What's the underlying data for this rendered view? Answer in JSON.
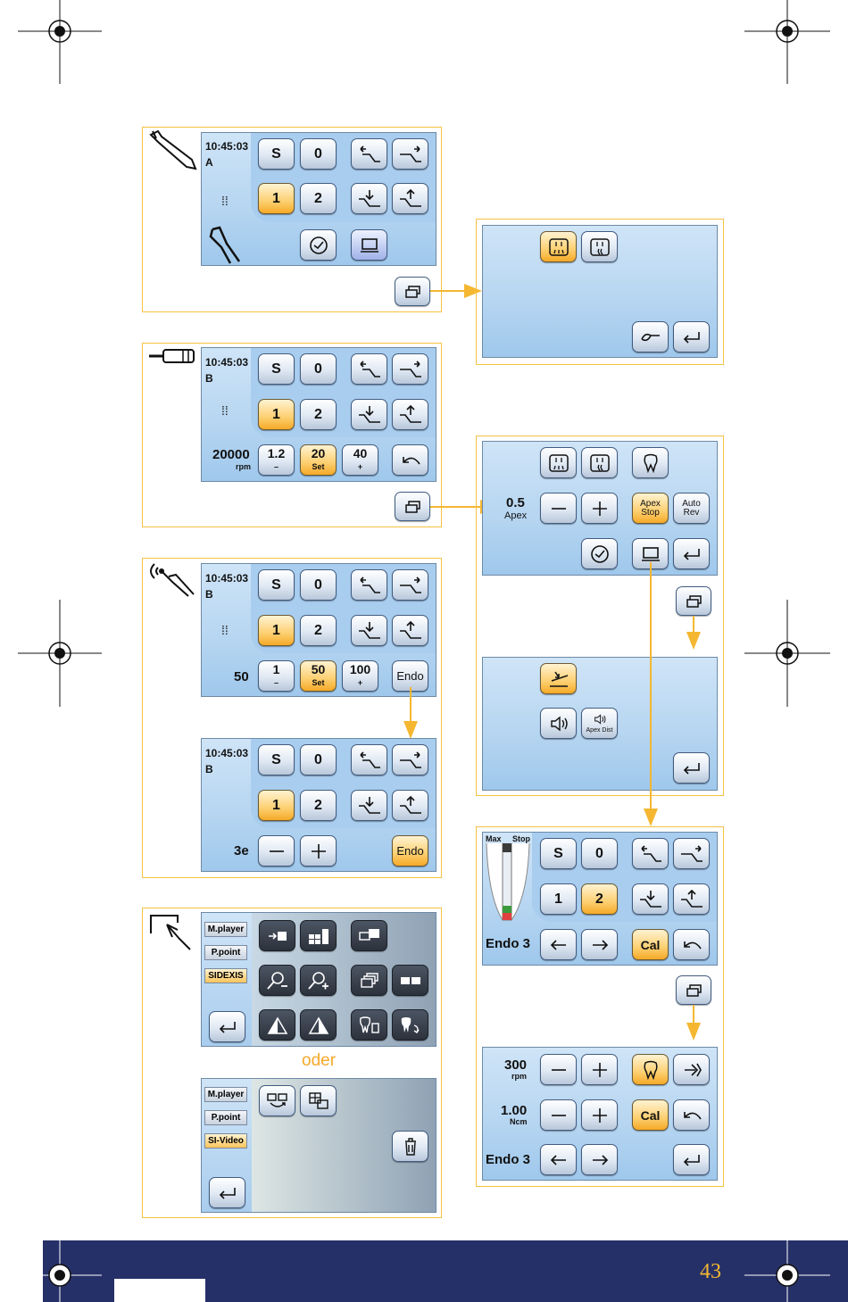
{
  "page": {
    "page_number": "43"
  },
  "oder_label": "oder",
  "screen1": {
    "time": "10:45:03",
    "mode": "A"
  },
  "screen2": {
    "time": "10:45:03",
    "mode": "B",
    "rpm_value": "20000",
    "rpm_unit": "rpm",
    "speed_down": "1.2",
    "speed_set": "20",
    "set_label": "Set",
    "speed_up": "40",
    "minus": "–",
    "plus": "+"
  },
  "screen3": {
    "time": "10:45:03",
    "mode": "B",
    "value": "50",
    "down": "1",
    "set": "50",
    "set_label": "Set",
    "up": "100",
    "endo": "Endo",
    "minus": "–",
    "plus": "+"
  },
  "screen4": {
    "time": "10:45:03",
    "mode": "B",
    "value": "3e",
    "endo": "Endo"
  },
  "buttons": {
    "s": "S",
    "zero": "0",
    "one": "1",
    "two": "2",
    "cal": "Cal"
  },
  "apex_screen": {
    "value": "0.5",
    "label": "Apex",
    "apex_stop": "Apex Stop",
    "auto_rev": "Auto Rev"
  },
  "sound_screen": {
    "apex_dist": "Apex Dist"
  },
  "endo_screen": {
    "max": "Max",
    "stop": "Stop",
    "endo_label": "Endo 3"
  },
  "endo_settings": {
    "rpm_value": "300",
    "rpm_unit": "rpm",
    "ncm_value": "1.00",
    "ncm_unit": "Ncm",
    "endo_label": "Endo 3"
  },
  "media1": {
    "tabs": [
      "M.player",
      "P.point",
      "SIDEXIS"
    ]
  },
  "media2": {
    "tabs": [
      "M.player",
      "P.point",
      "SI-Video"
    ]
  },
  "colors": {
    "accent": "#f5b731",
    "footer": "#263068",
    "screen": "#b7d6f1",
    "selected": "#fdcf70"
  }
}
